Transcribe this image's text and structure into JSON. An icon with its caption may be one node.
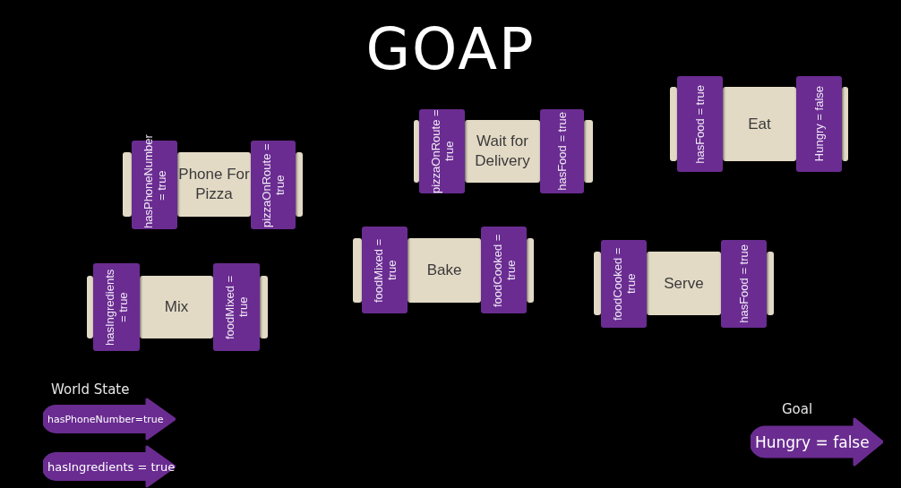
{
  "diagram": {
    "title": "GOAP",
    "nodes": [
      {
        "text": [
          "Phone For Pizza"
        ]
      },
      {
        "text": [
          "hasPhoneNumber = true"
        ]
      },
      {
        "text": [
          "pizzaOnRoute = true"
        ]
      },
      {
        "text": [
          "Wait for Delivery"
        ]
      },
      {
        "text": [
          "pizzaOnRoute = true"
        ]
      },
      {
        "text": [
          "hasFood = true"
        ]
      },
      {
        "text": [
          "Eat"
        ]
      },
      {
        "text": [
          "hasFood = true"
        ]
      },
      {
        "text": [
          "Hungry = false"
        ]
      },
      {
        "text": [
          "Mix"
        ]
      },
      {
        "text": [
          "hasIngredients = true"
        ]
      },
      {
        "text": [
          "foodMixed = true"
        ]
      },
      {
        "text": [
          "Bake"
        ]
      },
      {
        "text": [
          "foodMixed = true"
        ]
      },
      {
        "text": [
          "foodCooked = true"
        ]
      },
      {
        "text": [
          "Serve"
        ]
      },
      {
        "text": [
          "foodCooked = true"
        ]
      },
      {
        "text": [
          "hasFood = true"
        ]
      },
      {
        "text": [
          "hasPhoneNumber=true"
        ]
      },
      {
        "text": [
          "hasIngredients = true"
        ]
      },
      {
        "text": [
          "Hungry = false"
        ],
        "beside": [
          "Goal"
        ]
      }
    ],
    "labels": [
      "World State"
    ]
  }
}
